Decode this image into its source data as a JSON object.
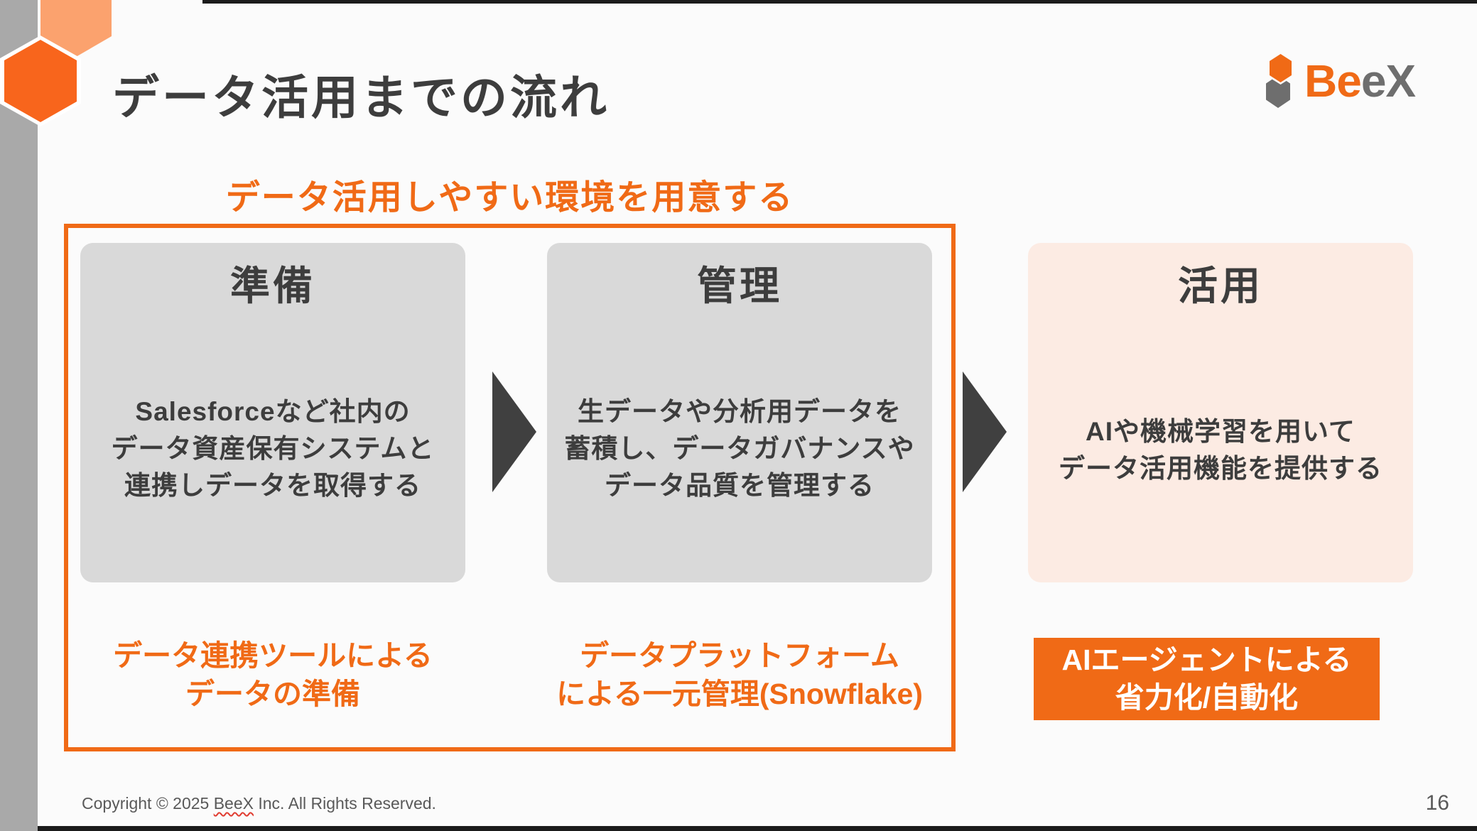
{
  "slide": {
    "title": "データ活用までの流れ",
    "subtitle": "データ活用しやすい環境を用意する",
    "page_number": "16",
    "footer_copyright_prefix": "Copyright © 2025 ",
    "footer_brand": "BeeX",
    "footer_copyright_suffix": " Inc. All Rights Reserved."
  },
  "logo": {
    "text_orange": "Be",
    "text_gray": "eX"
  },
  "steps": [
    {
      "title": "準備",
      "body_lines": [
        "Salesforceなど社内の",
        "データ資産保有システムと",
        "連携しデータを取得する"
      ],
      "caption_lines": [
        "データ連携ツールによる",
        "データの準備"
      ]
    },
    {
      "title": "管理",
      "body_lines": [
        "生データや分析用データを",
        "蓄積し、データガバナンスや",
        "データ品質を管理する"
      ],
      "caption_lines": [
        "データプラットフォーム",
        "による一元管理(Snowflake)"
      ]
    },
    {
      "title": "活用",
      "body_lines": [
        "AIや機械学習を用いて",
        "データ活用機能を提供する"
      ],
      "caption_lines": [
        "AIエージェントによる",
        "省力化/自動化"
      ]
    }
  ],
  "colors": {
    "accent_orange": "#F06A16",
    "hexagon_light_orange": "#FBA26E",
    "hexagon_dark_orange": "#F8651C",
    "step_box_gray": "#D9D9D9",
    "step_box_peach": "#FCEBE3",
    "arrow_dark_gray": "#404040",
    "text_dark_gray": "#3D3D3D",
    "side_bar_gray": "#A9A9A9",
    "logo_gray": "#6E6E6E",
    "footer_gray": "#595959"
  }
}
